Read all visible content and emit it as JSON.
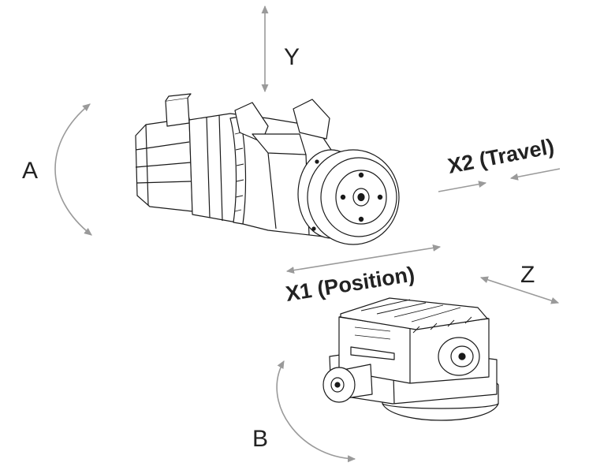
{
  "diagram": {
    "axes": {
      "y": "Y",
      "a": "A",
      "x2": "X2 (Travel)",
      "x1": "X1 (Position)",
      "z": "Z",
      "b": "B"
    },
    "colors": {
      "arrow": "#9a9a9a",
      "line": "#1a1a1a",
      "text": "#222222"
    }
  }
}
